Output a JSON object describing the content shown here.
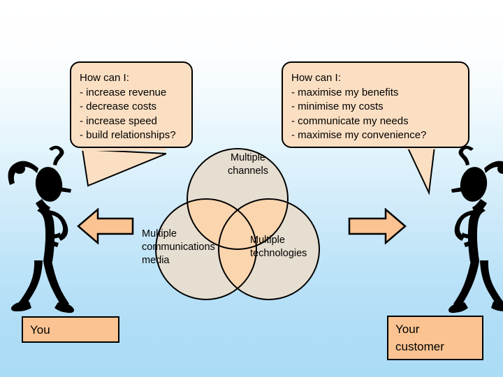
{
  "slide": {
    "title": "Multiple channels Venn diagram with customer and supplier stick figures",
    "background_top_color": "#ffffff",
    "background_bottom_color": "#aadcf6"
  },
  "bubbles": {
    "left": {
      "name": "you-question-bubble",
      "text": "How can I:\n- increase revenue\n- decrease costs\n- increase speed\n- build relationships?",
      "fill": "#fbdfc3",
      "stroke": "#000000"
    },
    "right": {
      "name": "customer-question-bubble",
      "text": "How can I:\n- maximise my benefits\n- minimise my costs\n- communicate my needs\n- maximise my convenience?",
      "fill": "#fbdfc3",
      "stroke": "#000000"
    }
  },
  "venn": {
    "circle_fill": "#e6ded0",
    "overlap_fill": "#fad5ae",
    "stroke": "#000000",
    "circles": [
      {
        "id": "channels",
        "label": "Multiple\nchannels"
      },
      {
        "id": "media",
        "label": "Multiple\ncommunications\nmedia"
      },
      {
        "id": "technologies",
        "label": "Multiple\ntechnologies"
      }
    ]
  },
  "arrows": {
    "left": {
      "name": "arrow-pointing-to-you",
      "direction": "left",
      "fill": "#fac391",
      "stroke": "#000000"
    },
    "right": {
      "name": "arrow-pointing-to-customer",
      "direction": "right",
      "fill": "#fac391",
      "stroke": "#000000"
    }
  },
  "captions": {
    "left": {
      "text": "You",
      "fill": "#fac391",
      "stroke": "#000000"
    },
    "right": {
      "text": "Your\ncustomer",
      "fill": "#fac391",
      "stroke": "#000000"
    }
  },
  "figures": {
    "left": {
      "name": "stick-figure-you",
      "pose": "scratching-head-puzzled",
      "thought_glyph": "?"
    },
    "right": {
      "name": "stick-figure-customer",
      "pose": "scratching-head-puzzled",
      "thought_glyph": "?"
    }
  }
}
